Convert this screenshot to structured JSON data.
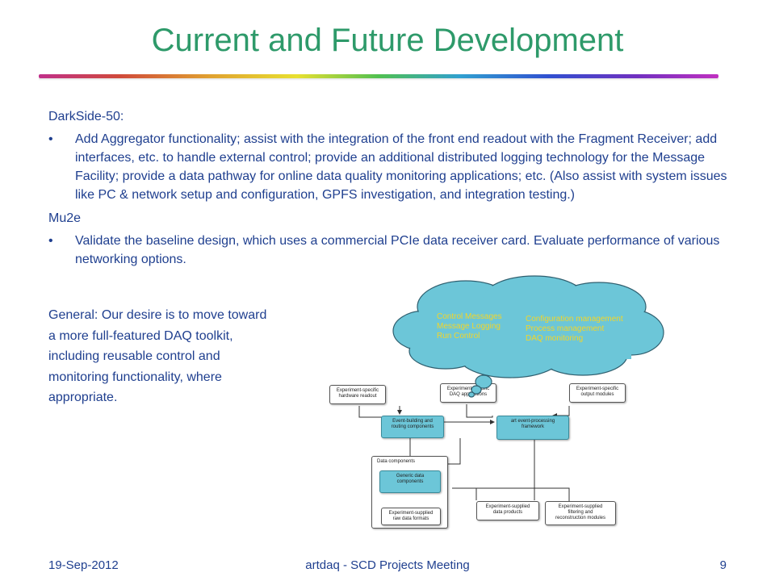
{
  "slide": {
    "title": "Current and Future Development",
    "sections": [
      {
        "heading": "DarkSide-50:",
        "bullet": "Add Aggregator functionality; assist with the integration of the front end readout with the Fragment Receiver; add interfaces, etc. to handle external control; provide an additional distributed logging technology for the Message Facility; provide a data pathway for online data quality monitoring applications; etc.  (Also assist with system issues like PC & network setup and configuration, GPFS investigation, and integration testing.)"
      },
      {
        "heading": "Mu2e",
        "bullet": "Validate the baseline design, which uses a commercial PCIe data receiver card.  Evaluate performance of various networking options."
      }
    ],
    "bullet_symbol": "•",
    "general": [
      "General:  Our desire is to move toward",
      "a more full-featured DAQ toolkit,",
      "including reusable control and",
      "monitoring functionality, where",
      "appropriate."
    ]
  },
  "cloud": {
    "left": [
      "Control Messages",
      "Message Logging",
      "Run Control"
    ],
    "right": [
      "Configuration management",
      "Process management",
      "DAQ monitoring"
    ],
    "fill": "#6cc6d8",
    "text_color": "#f3d628"
  },
  "diagram": {
    "hardware_readout": [
      "Experiment-specific",
      "hardware readout"
    ],
    "daq_apps": [
      "Experiment-specific",
      "DAQ applications"
    ],
    "output_modules": [
      "Experiment-specific",
      "output modules"
    ],
    "event_building": [
      "Event-building and",
      "routing components"
    ],
    "art_framework": [
      "art event-processing",
      "framework"
    ],
    "data_components": "Data components",
    "generic_data": [
      "Generic data",
      "components"
    ],
    "raw_formats": [
      "Experiment-supplied",
      "raw data formats"
    ],
    "data_products": [
      "Experiment-supplied",
      "data products"
    ],
    "filtering": [
      "Experiment-supplied",
      "filtering and",
      "reconstruction modules"
    ]
  },
  "footer": {
    "date": "19-Sep-2012",
    "center": "artdaq - SCD Projects Meeting",
    "page": "9"
  }
}
